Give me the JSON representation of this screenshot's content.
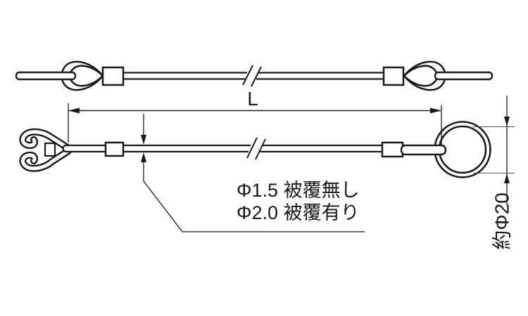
{
  "diagram": {
    "length_label": "L",
    "diameter_note": {
      "line1": "Φ1.5 被覆無し",
      "line2": "Φ2.0 被覆有り"
    },
    "ring_diameter_label": "約Φ20",
    "colors": {
      "line": "#1a1a1a",
      "background": "#ffffff"
    }
  }
}
